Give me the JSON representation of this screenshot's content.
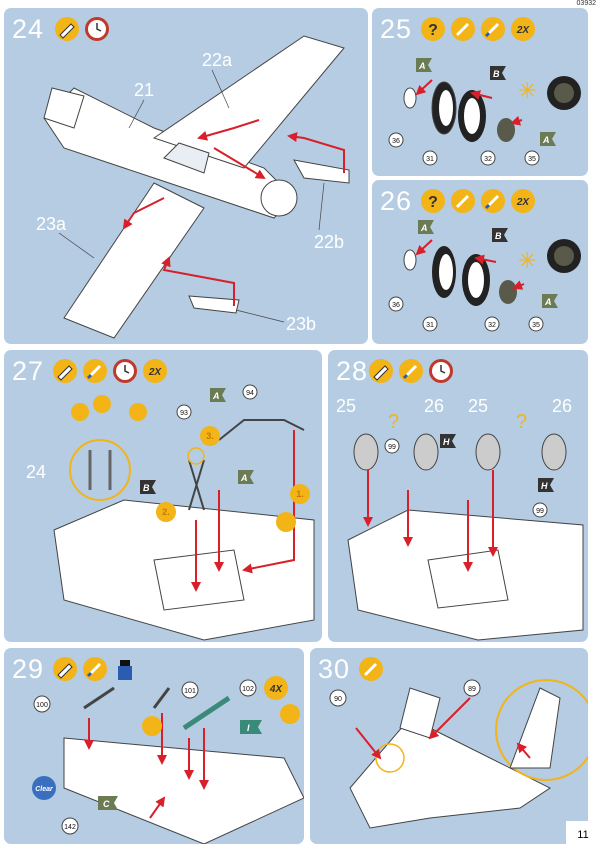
{
  "doc_code": "03932",
  "page_number": "11",
  "colors": {
    "panel": "#b5cce3",
    "arrow": "#d81f2a",
    "icon_yellow": "#f2b417",
    "flag_dark": "#333333",
    "flag_green": "#6b7c55",
    "flag_teal": "#3a8a7a"
  },
  "steps": [
    {
      "number": "24",
      "icons": [
        "glue-tube-icon",
        "clock-icon"
      ],
      "labels": [
        "22a",
        "21",
        "23a",
        "22b",
        "23b"
      ]
    },
    {
      "number": "25",
      "icons": [
        "question-icon",
        "brush-icon",
        "paint-brush-icon",
        "repeat-2x-icon"
      ],
      "repeat": "2X",
      "flags": [
        "A",
        "B",
        "A"
      ],
      "parts": [
        "36",
        "31",
        "32",
        "35"
      ]
    },
    {
      "number": "26",
      "icons": [
        "question-icon",
        "brush-icon",
        "paint-brush-icon",
        "repeat-2x-icon"
      ],
      "repeat": "2X",
      "flags": [
        "A",
        "B",
        "A"
      ],
      "parts": [
        "36",
        "31",
        "32",
        "35"
      ]
    },
    {
      "number": "27",
      "icons": [
        "glue-tube-icon",
        "paint-brush-icon",
        "clock-icon",
        "repeat-2x-icon"
      ],
      "repeat": "2X",
      "flags": [
        "A",
        "B",
        "A"
      ],
      "parts": [
        "94",
        "93"
      ],
      "labels": [
        "24"
      ],
      "substeps": [
        "1.",
        "2.",
        "3."
      ]
    },
    {
      "number": "28",
      "icons": [
        "glue-tube-icon",
        "paint-brush-icon",
        "clock-icon"
      ],
      "labels": [
        "25",
        "26",
        "25",
        "26"
      ],
      "flags": [
        "H",
        "H"
      ],
      "parts": [
        "99",
        "99"
      ]
    },
    {
      "number": "29",
      "icons": [
        "glue-tube-icon",
        "paint-brush-icon",
        "paint-bottle-icon"
      ],
      "repeat": "4X",
      "flags": [
        "I",
        "C"
      ],
      "parts": [
        "100",
        "101",
        "102",
        "142"
      ],
      "clear_label": "Clear"
    },
    {
      "number": "30",
      "icons": [
        "brush-icon"
      ],
      "parts": [
        "90",
        "89"
      ]
    }
  ]
}
